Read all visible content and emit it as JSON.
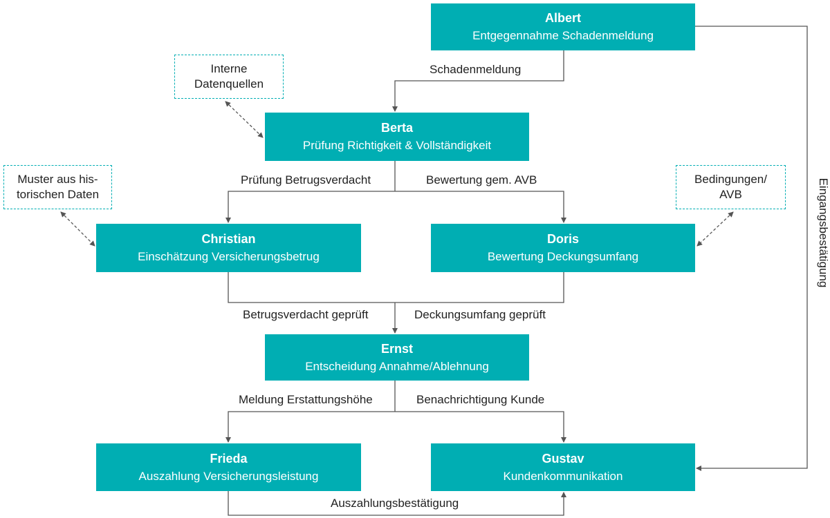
{
  "nodes": {
    "albert": {
      "name": "Albert",
      "role": "Entgegennahme Schadenmeldung"
    },
    "berta": {
      "name": "Berta",
      "role": "Prüfung Richtigkeit & Vollständigkeit"
    },
    "christian": {
      "name": "Christian",
      "role": "Einschätzung Versicherungsbetrug"
    },
    "doris": {
      "name": "Doris",
      "role": "Bewertung Deckungsumfang"
    },
    "ernst": {
      "name": "Ernst",
      "role": "Entscheidung Annahme/Ablehnung"
    },
    "frieda": {
      "name": "Frieda",
      "role": "Auszahlung Versicherungsleistung"
    },
    "gustav": {
      "name": "Gustav",
      "role": "Kundenkommunikation"
    }
  },
  "sources": {
    "internal": {
      "line1": "Interne",
      "line2": "Datenquellen"
    },
    "historic": {
      "line1": "Muster aus his-",
      "line2": "torischen Daten"
    },
    "conditions": {
      "line1": "Bedingungen/",
      "line2": "AVB"
    }
  },
  "edges": {
    "claim_report": "Schadenmeldung",
    "fraud_check": "Prüfung Betrugsverdacht",
    "avb_rating": "Bewertung gem. AVB",
    "fraud_checked": "Betrugsverdacht geprüft",
    "coverage_checked": "Deckungsumfang geprüft",
    "refund_report": "Meldung Erstattungshöhe",
    "customer_notice": "Benachrichtigung Kunde",
    "payment_confirm": "Auszahlungsbestätigung",
    "receipt_confirm": "Eingangsbestätigung"
  },
  "colors": {
    "box": "#00aeb3",
    "line": "#555555"
  }
}
